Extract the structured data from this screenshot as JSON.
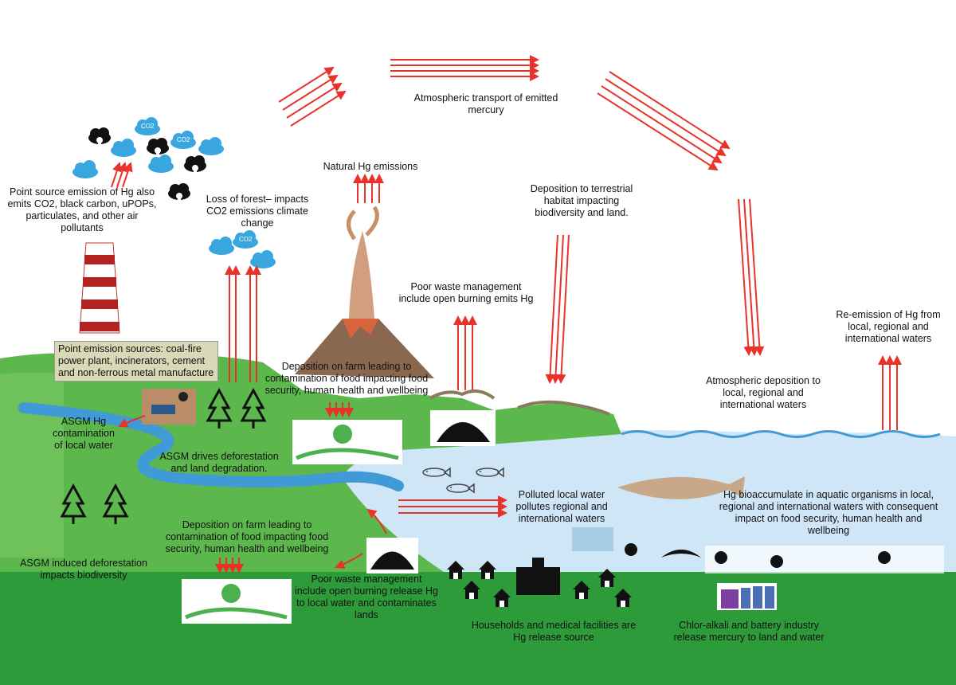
{
  "labels": {
    "atmospheric_transport": "Atmospheric transport of emitted mercury",
    "natural_emissions": "Natural Hg emissions",
    "point_source_emission": "Point source emission of Hg also emits CO2, black carbon, uPOPs, particulates, and other air pollutants",
    "loss_of_forest": "Loss of forest– impacts CO2 emissions climate change",
    "deposition_terrestrial": "Deposition to terrestrial habitat impacting biodiversity and land.",
    "poor_waste_open_burning_emits": "Poor waste management include open burning emits Hg",
    "re_emission": "Re-emission of Hg from local, regional and international waters",
    "point_emission_sources": "Point emission sources: coal-fire power plant, incinerators, cement and non-ferrous metal manufacture",
    "deposition_farm_upper": "Deposition on farm leading to contamination of food impacting food security, human health and wellbeing",
    "atmospheric_deposition": "Atmospheric deposition to local, regional and international waters",
    "asgm_contamination": "ASGM Hg contamination of local water",
    "asgm_deforestation": "ASGM drives deforestation and land degradation.",
    "polluted_local_water": "Polluted local water pollutes regional and international waters",
    "bioaccumulate": "Hg bioaccumulate in aquatic organisms in local, regional and international waters with consequent impact on food security, human health and wellbeing",
    "deposition_farm_lower": "Deposition on farm leading to contamination of food impacting food security, human health and wellbeing",
    "asgm_biodiversity": "ASGM induced deforestation impacts biodiversity",
    "poor_waste_release": "Poor waste management include open burning release Hg to local water and contaminates lands",
    "households": "Households and medical facilities are Hg release source",
    "chlor_alkali": "Chlor-alkali and battery industry release mercury to land and water"
  },
  "co2_label": "CO2",
  "colors": {
    "arrow_red": "#e8322a",
    "land_light": "#5cb84c",
    "land_dark": "#2e9b3a",
    "water": "#cfe6f7",
    "river": "#3f9ad6",
    "box_bg": "#d9d9b8"
  },
  "icons": [
    "cloud-co2-icon",
    "black-carbon-cloud-icon",
    "chimney-icon",
    "volcano-icon",
    "tree-icon",
    "farm-icon",
    "fish-icon",
    "waste-pile-icon",
    "house-icon",
    "hospital-icon",
    "factory-icon",
    "crab-icon",
    "dolphin-icon",
    "octopus-icon",
    "coral-icon",
    "miner-icon"
  ]
}
